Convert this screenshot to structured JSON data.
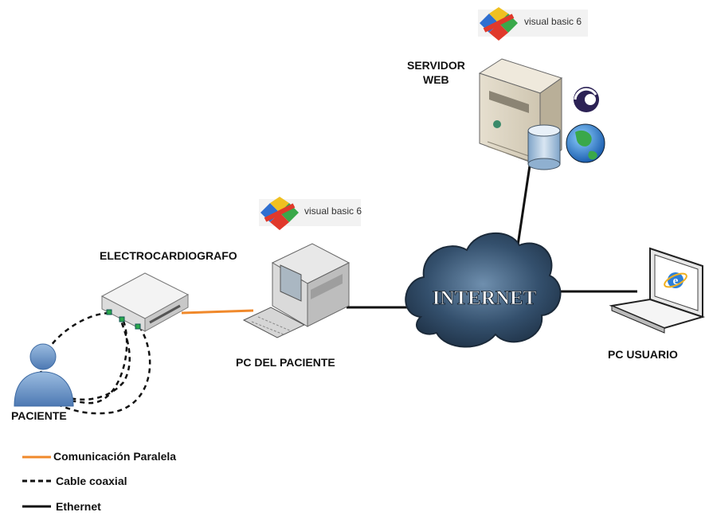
{
  "labels": {
    "servidor": "SERVIDOR",
    "web": "WEB",
    "electro": "ELECTROCARDIOGRAFO",
    "pc_paciente": "PC DEL  PACIENTE",
    "pc_usuario": "PC USUARIO",
    "paciente": "PACIENTE",
    "internet": "INTERNET"
  },
  "badges": {
    "vb_server": "visual basic 6",
    "vb_pc": "visual basic 6"
  },
  "legend": [
    {
      "style": "orange",
      "label": "Comunicación Paralela"
    },
    {
      "style": "dashed",
      "label": "Cable coaxial"
    },
    {
      "style": "solid",
      "label": "Ethernet"
    }
  ],
  "colors": {
    "parallel": "#f0892b",
    "ethernet": "#111111",
    "coax": "#111111",
    "cloud": "#3b5f80",
    "person": "#6f99cc"
  },
  "icons": [
    "visual-basic-logo-icon",
    "server-tower-icon",
    "database-icon",
    "globe-icon",
    "eclipse-icon",
    "ecg-device-icon",
    "desktop-pc-icon",
    "keyboard-icon",
    "laptop-icon",
    "internet-explorer-icon",
    "patient-person-icon",
    "internet-cloud-icon"
  ]
}
